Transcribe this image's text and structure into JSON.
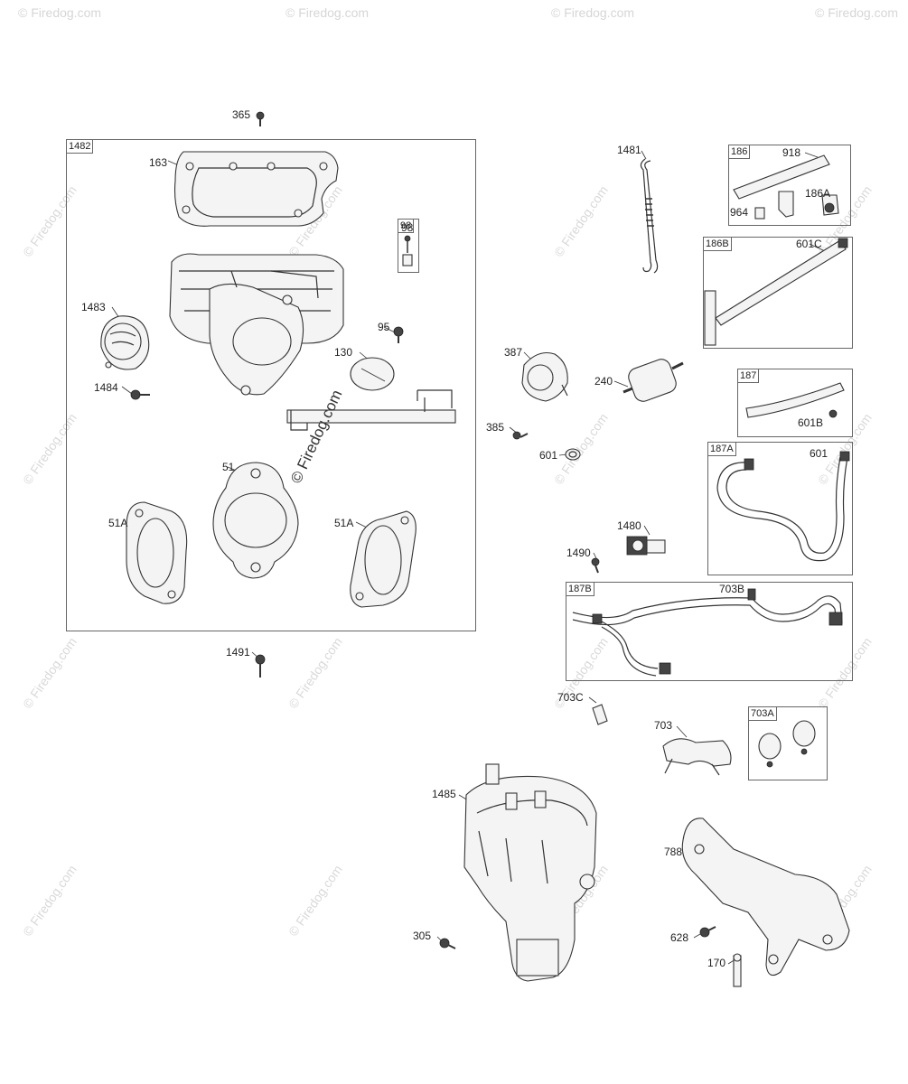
{
  "diagram": {
    "watermark": "© Firedog.com",
    "center_watermark": "© Firedog.com",
    "callouts": [
      {
        "id": "365",
        "text": "365"
      },
      {
        "id": "163",
        "text": "163"
      },
      {
        "id": "98",
        "text": "98"
      },
      {
        "id": "1483",
        "text": "1483"
      },
      {
        "id": "95",
        "text": "95"
      },
      {
        "id": "130",
        "text": "130"
      },
      {
        "id": "1484",
        "text": "1484"
      },
      {
        "id": "51",
        "text": "51"
      },
      {
        "id": "51A-left",
        "text": "51A"
      },
      {
        "id": "51A-right",
        "text": "51A"
      },
      {
        "id": "1491",
        "text": "1491"
      },
      {
        "id": "1481",
        "text": "1481"
      },
      {
        "id": "918",
        "text": "918"
      },
      {
        "id": "964",
        "text": "964"
      },
      {
        "id": "186A",
        "text": "186A"
      },
      {
        "id": "601C",
        "text": "601C"
      },
      {
        "id": "387",
        "text": "387"
      },
      {
        "id": "240",
        "text": "240"
      },
      {
        "id": "385",
        "text": "385"
      },
      {
        "id": "601-clamp",
        "text": "601"
      },
      {
        "id": "601B",
        "text": "601B"
      },
      {
        "id": "601-hose",
        "text": "601"
      },
      {
        "id": "1480",
        "text": "1480"
      },
      {
        "id": "1490",
        "text": "1490"
      },
      {
        "id": "703B",
        "text": "703B"
      },
      {
        "id": "703C",
        "text": "703C"
      },
      {
        "id": "703",
        "text": "703"
      },
      {
        "id": "1485",
        "text": "1485"
      },
      {
        "id": "788",
        "text": "788"
      },
      {
        "id": "305",
        "text": "305"
      },
      {
        "id": "628",
        "text": "628"
      },
      {
        "id": "170",
        "text": "170"
      }
    ],
    "boxes": [
      {
        "id": "1482",
        "label": "1482"
      },
      {
        "id": "98",
        "label": "98"
      },
      {
        "id": "186",
        "label": "186"
      },
      {
        "id": "186B",
        "label": "186B"
      },
      {
        "id": "187",
        "label": "187"
      },
      {
        "id": "187A",
        "label": "187A"
      },
      {
        "id": "187B",
        "label": "187B"
      },
      {
        "id": "703A",
        "label": "703A"
      }
    ]
  }
}
